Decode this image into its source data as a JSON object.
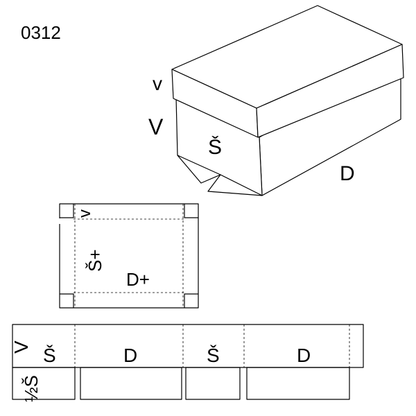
{
  "diagram": {
    "code": "0312",
    "box_labels": {
      "lid_height": "v",
      "body_height": "V",
      "width": "Š",
      "length": "D"
    },
    "lid_blank_labels": {
      "flap_height": "v",
      "width": "Š+",
      "length": "D+"
    },
    "body_blank_labels": {
      "height": "V",
      "half_width": "½Š",
      "panel_1": "Š",
      "panel_2": "D",
      "panel_3": "Š",
      "panel_4": "D"
    }
  }
}
